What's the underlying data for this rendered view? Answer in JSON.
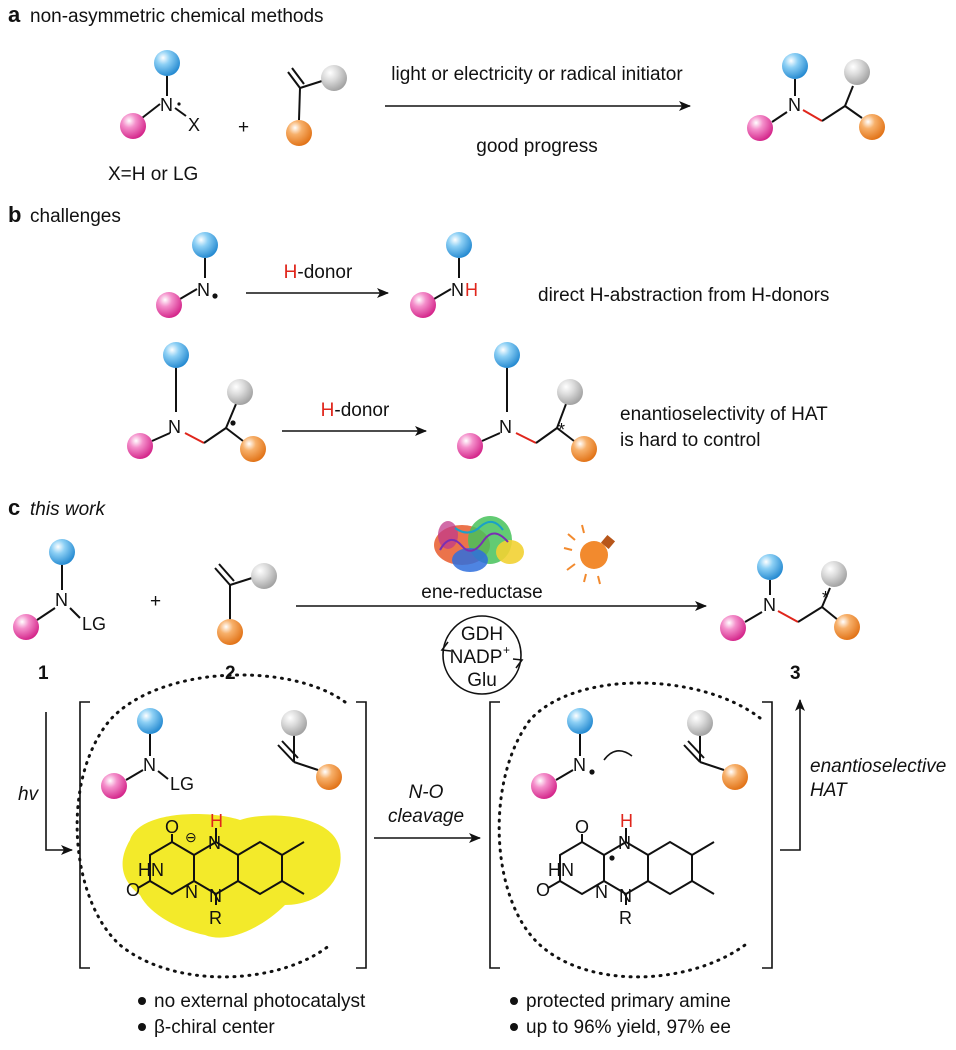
{
  "colors": {
    "blue_group": "#3aa7e6",
    "pink_group": "#e83aa4",
    "gray_group": "#c9c9c9",
    "orange_group": "#f28a2e",
    "highlight": "#f3ea2a",
    "red_text": "#e0261c"
  },
  "panel_a": {
    "letter": "a",
    "title": "non-asymmetric chemical methods",
    "reagent_atom_n": "N",
    "reagent_atom_x": "X",
    "x_definition": "X=H or LG",
    "plus": "+",
    "arrow_top": "light or electricity or radical initiator",
    "arrow_bottom": "good progress",
    "product_atom_n": "N"
  },
  "panel_b": {
    "letter": "b",
    "title": "challenges",
    "row1": {
      "radical_atom": "N",
      "arrow_h": "H",
      "arrow_rest": "-donor",
      "product_n": "N",
      "product_h": "H",
      "note": "direct H-abstraction from H-donors"
    },
    "row2": {
      "radical_atom": "N",
      "arrow_h": "H",
      "arrow_rest": "-donor",
      "product_atom": "N",
      "star": "*",
      "note_line1": "enantioselectivity of HAT",
      "note_line2": "is hard to control"
    }
  },
  "panel_c": {
    "letter": "c",
    "title": "this work",
    "reagent1_n": "N",
    "reagent1_lg": "LG",
    "reagent1_number": "1",
    "plus": "+",
    "reagent2_number": "2",
    "enzyme_label": "ene-reductase",
    "cycle": [
      "GDH",
      "NADP",
      "Glu"
    ],
    "cycle_sup": "+",
    "product_n": "N",
    "product_star": "*",
    "product_number": "3",
    "hv": "hv",
    "left_complex": {
      "n": "N",
      "lg": "LG",
      "atoms": {
        "h_top": "H",
        "n_top": "N",
        "minus": "⊖",
        "hn": "HN",
        "o_top": "O",
        "o_bottom": "O",
        "n_mid": "N",
        "n_bottom": "N",
        "r": "R"
      }
    },
    "cleavage_line1": "N-O",
    "cleavage_line2": "cleavage",
    "right_complex": {
      "n": "N",
      "atoms": {
        "h_top": "H",
        "n_top": "N",
        "hn": "HN",
        "o_top": "O",
        "o_bottom": "O",
        "n_mid": "N",
        "n_bottom": "N",
        "r": "R"
      }
    },
    "hat_line1": "enantioselective",
    "hat_line2": "HAT",
    "bullets_left": [
      "no external photocatalyst",
      "β-chiral center"
    ],
    "bullets_right": [
      "protected primary amine",
      "up to 96% yield, 97% ee"
    ]
  }
}
